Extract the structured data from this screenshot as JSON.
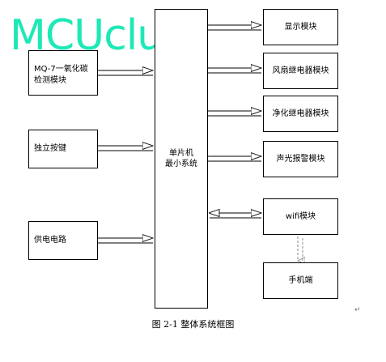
{
  "watermark": "MCUclub",
  "mcu": {
    "line1": "单片机",
    "line2": "最小系统"
  },
  "inputs": [
    {
      "line1": "MQ-7一氧化碳",
      "line2": "检测模块"
    },
    {
      "line1": "独立按键",
      "line2": ""
    },
    {
      "line1": "供电电路",
      "line2": ""
    }
  ],
  "outputs": [
    {
      "label": "显示模块"
    },
    {
      "label": "风扇继电器模块"
    },
    {
      "label": "净化继电器模块"
    },
    {
      "label": "声光报警模块"
    },
    {
      "label": "wifi模块"
    },
    {
      "label": "手机端"
    }
  ],
  "caption": "图 2-1 整体系统框图",
  "return_mark": "↵"
}
